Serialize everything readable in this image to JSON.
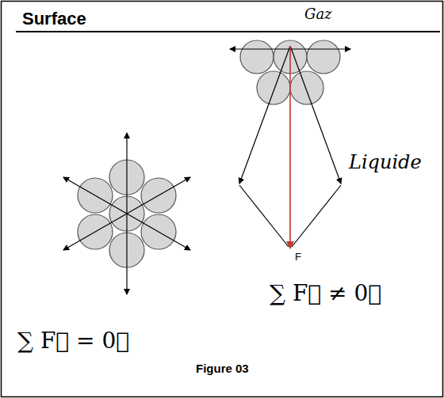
{
  "diagram": {
    "caption": "Figure 03",
    "labels": [
      "Surface",
      "Gaz",
      "Liquide",
      "F",
      "∑ F⃗ = 0⃗",
      "∑ F⃗ ≠ 0⃗"
    ]
  }
}
